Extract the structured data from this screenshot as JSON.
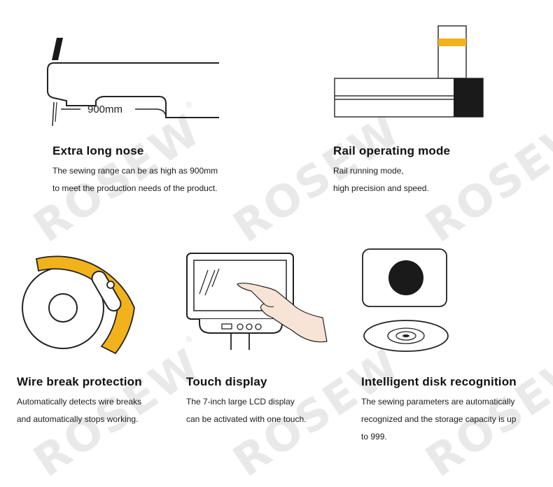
{
  "watermark": {
    "text": "ROSEW",
    "mark": "®"
  },
  "colors": {
    "accent": "#f2b21b",
    "line": "#222222",
    "watermark": "#e9e9e9"
  },
  "features": [
    {
      "title": "Extra long nose",
      "lines": [
        "The sewing range can be as high as 900mm",
        "to meet the production needs of the product."
      ],
      "illustration_label": "900mm",
      "icon": "sewing-machine-nose-icon"
    },
    {
      "title": "Rail operating mode",
      "lines": [
        "Rail running mode,",
        "high precision and speed."
      ],
      "icon": "rail-icon"
    },
    {
      "title": "Wire break protection",
      "lines": [
        "Automatically detects wire breaks",
        "and automatically stops working."
      ],
      "icon": "wire-break-wheel-icon"
    },
    {
      "title": "Touch display",
      "lines": [
        "The 7-inch large LCD display",
        "can be activated with one touch."
      ],
      "icon": "touch-display-icon"
    },
    {
      "title": "Intelligent disk recognition",
      "lines": [
        "The sewing parameters are automatically",
        "recognized and the storage capacity is up",
        "to 999."
      ],
      "icon": "disk-recognition-icon"
    }
  ]
}
